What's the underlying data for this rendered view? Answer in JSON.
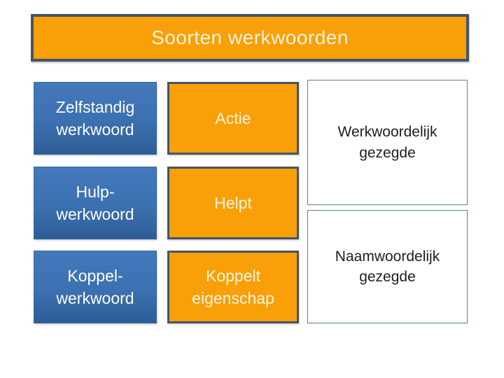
{
  "slide": {
    "title": "Soorten werkwoorden",
    "left_column": {
      "items": [
        {
          "label": "Zelfstandig\nwerkwoord"
        },
        {
          "label": "Hulp-\nwerkwoord"
        },
        {
          "label": "Koppel-\nwerkwoord"
        }
      ]
    },
    "middle_column": {
      "items": [
        {
          "label": "Actie"
        },
        {
          "label": "Helpt"
        },
        {
          "label": "Koppelt\neigenschap"
        }
      ]
    },
    "right_column": {
      "items": [
        {
          "label": "Werkwoordelijk\ngezegde"
        },
        {
          "label": "Naamwoordelijk\ngezegde"
        }
      ]
    },
    "colors": {
      "orange_fill": "#F9A008",
      "blue_fill_top": "#4478BC",
      "blue_fill_bottom": "#2E5D95",
      "dark_border": "#44546A",
      "steel_border": "#5B7F95",
      "cream_text": "#FCF4E4",
      "white_text": "#FDFDF8",
      "dark_text": "#202020"
    }
  }
}
